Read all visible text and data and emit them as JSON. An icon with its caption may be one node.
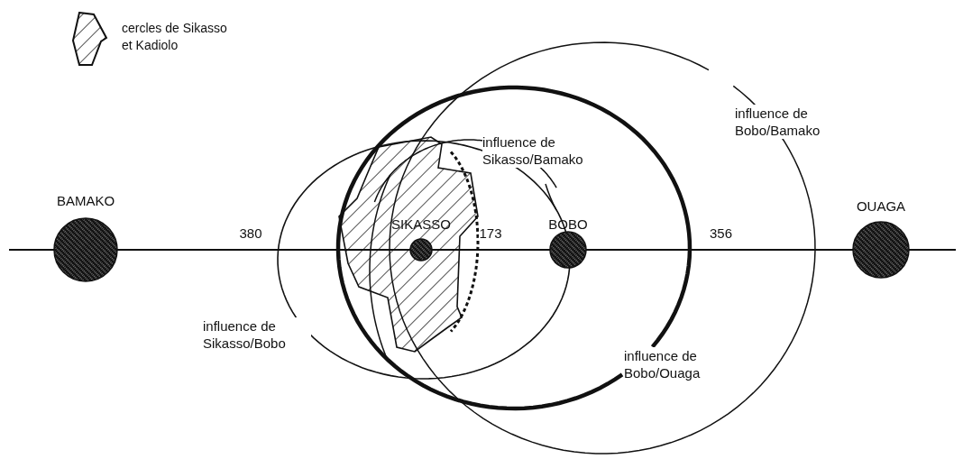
{
  "diagram": {
    "nodes": [
      {
        "text": [
          "BAMAKO"
        ]
      },
      {
        "text": [
          "SIKASSO"
        ]
      },
      {
        "text": [
          "BOBO"
        ]
      },
      {
        "text": [
          "OUAGA"
        ]
      }
    ],
    "edges": [
      {
        "from": null,
        "to": 0,
        "arrow": "none"
      },
      {
        "from": 0,
        "to": 1,
        "label": "380",
        "arrow": "none"
      },
      {
        "from": 1,
        "to": 2,
        "label": "173",
        "arrow": "none"
      },
      {
        "from": 2,
        "to": 3,
        "label": "356",
        "arrow": "none"
      },
      {
        "from": 3,
        "to": null,
        "arrow": "none"
      }
    ],
    "labels": [
      "influence de Bobo/Bamako",
      "influence de Sikasso/Bamako",
      "influence de Sikasso/Bobo",
      "influence de Bobo/Ouaga"
    ],
    "legend": [
      {
        "text": "cercles de Sikasso et Kadiolo"
      }
    ]
  }
}
